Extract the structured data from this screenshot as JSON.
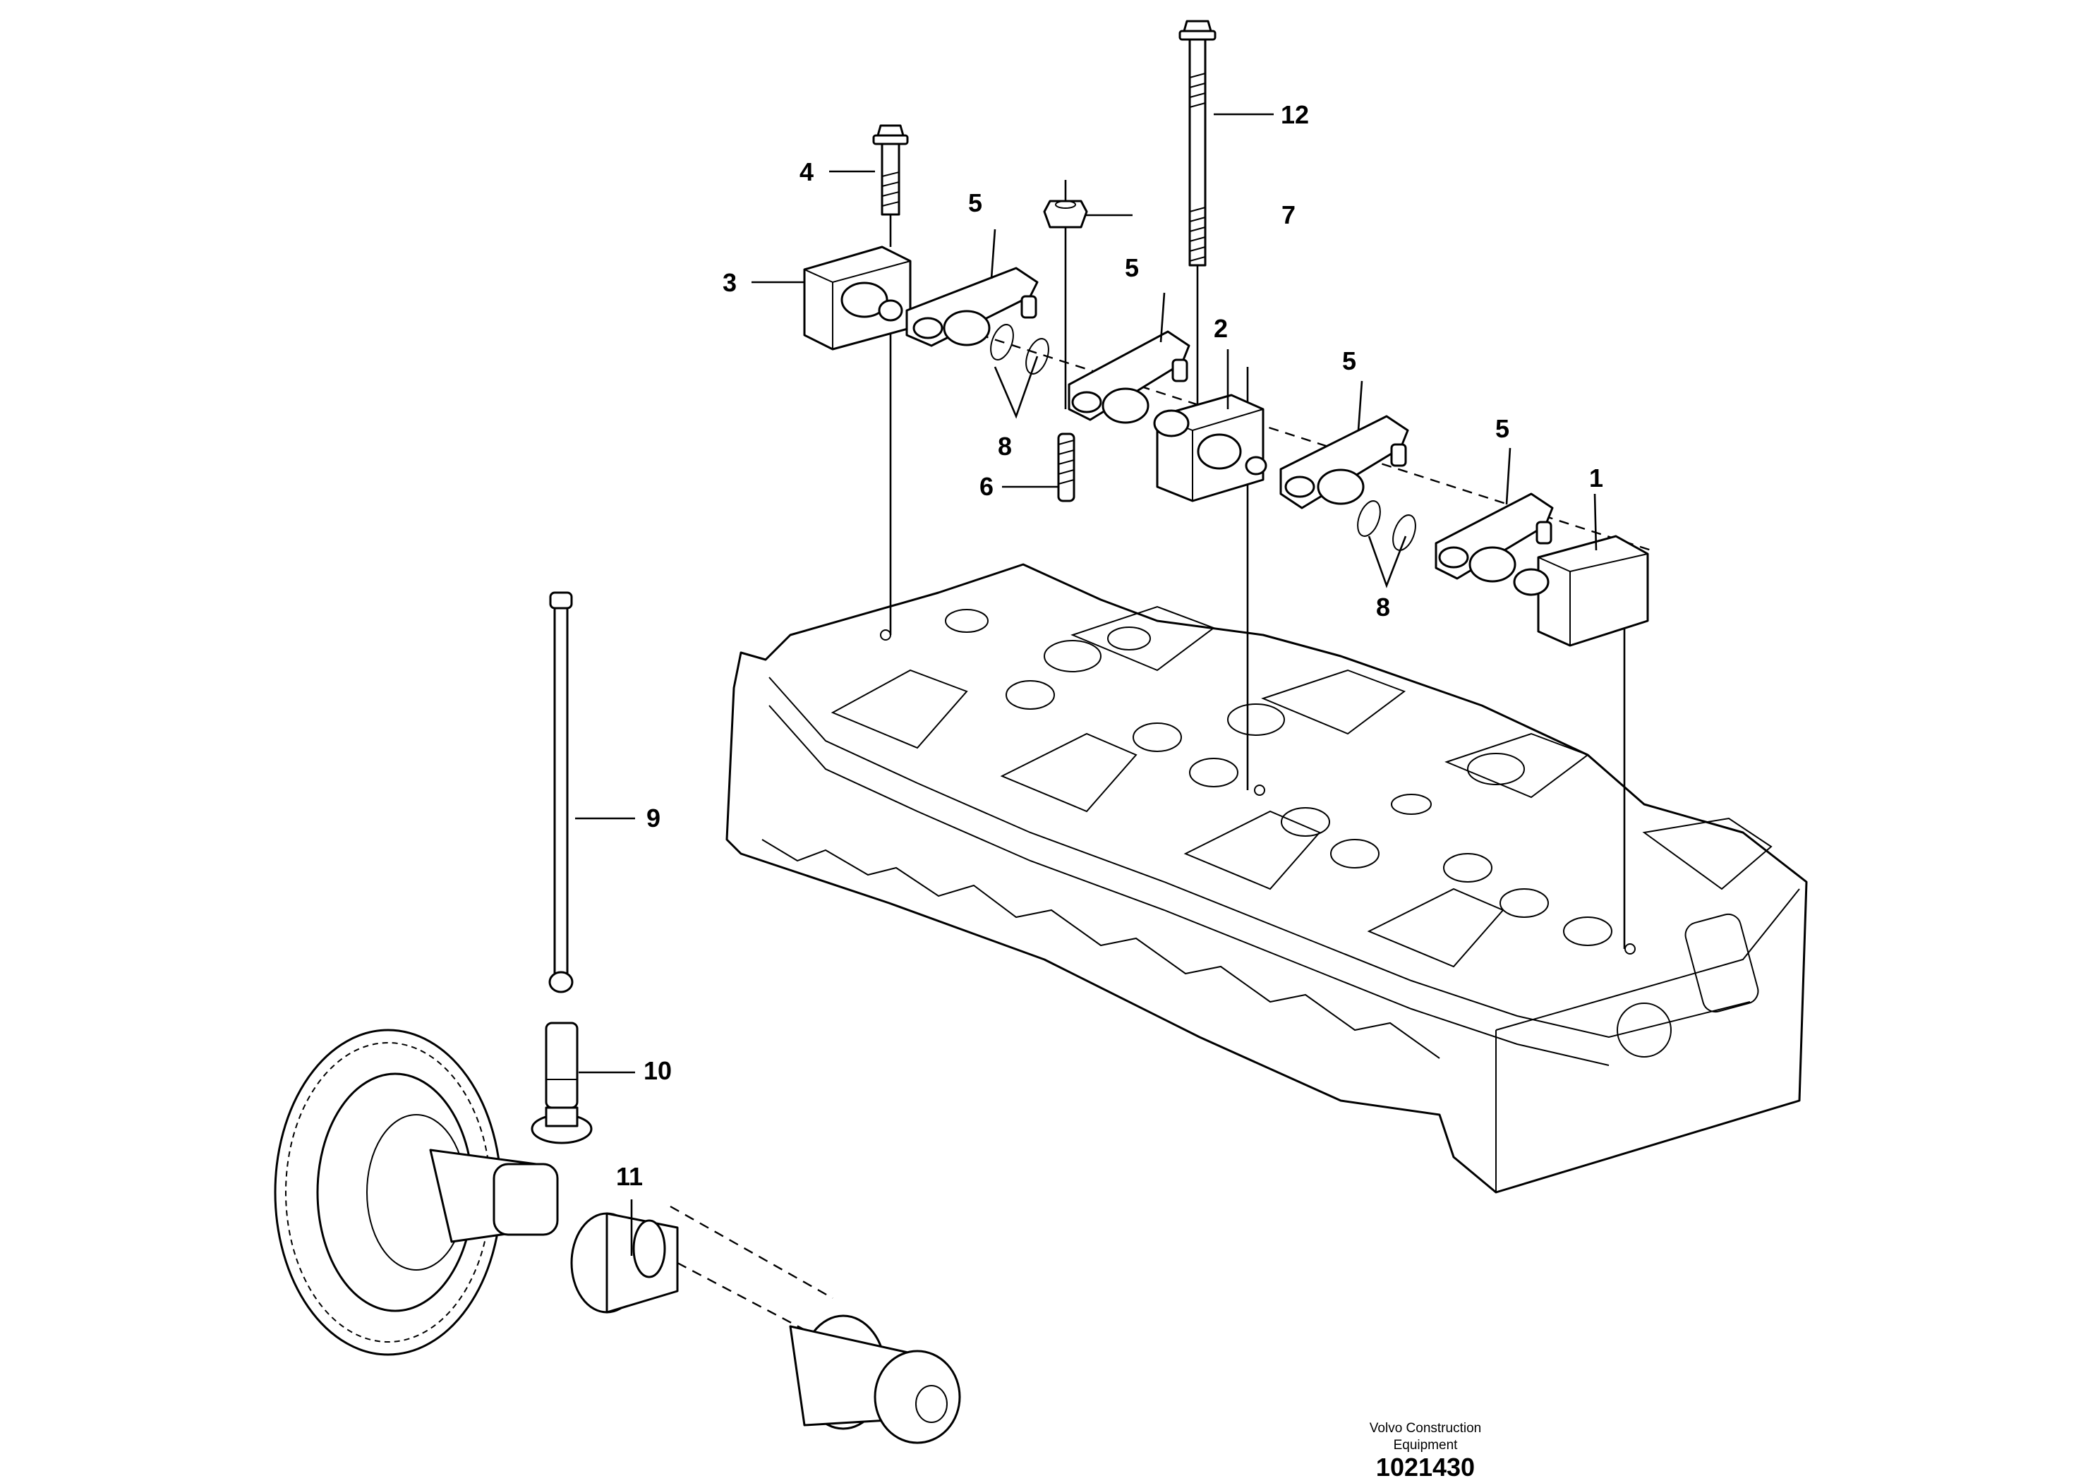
{
  "callouts": {
    "c1": "1",
    "c2": "2",
    "c3": "3",
    "c4": "4",
    "c5a": "5",
    "c5b": "5",
    "c5c": "5",
    "c5d": "5",
    "c6": "6",
    "c7": "7",
    "c8a": "8",
    "c8b": "8",
    "c9": "9",
    "c10": "10",
    "c11": "11",
    "c12": "12"
  },
  "footer": {
    "brand_line1": "Volvo Construction",
    "brand_line2": "Equipment",
    "drawing_number": "1021430"
  }
}
